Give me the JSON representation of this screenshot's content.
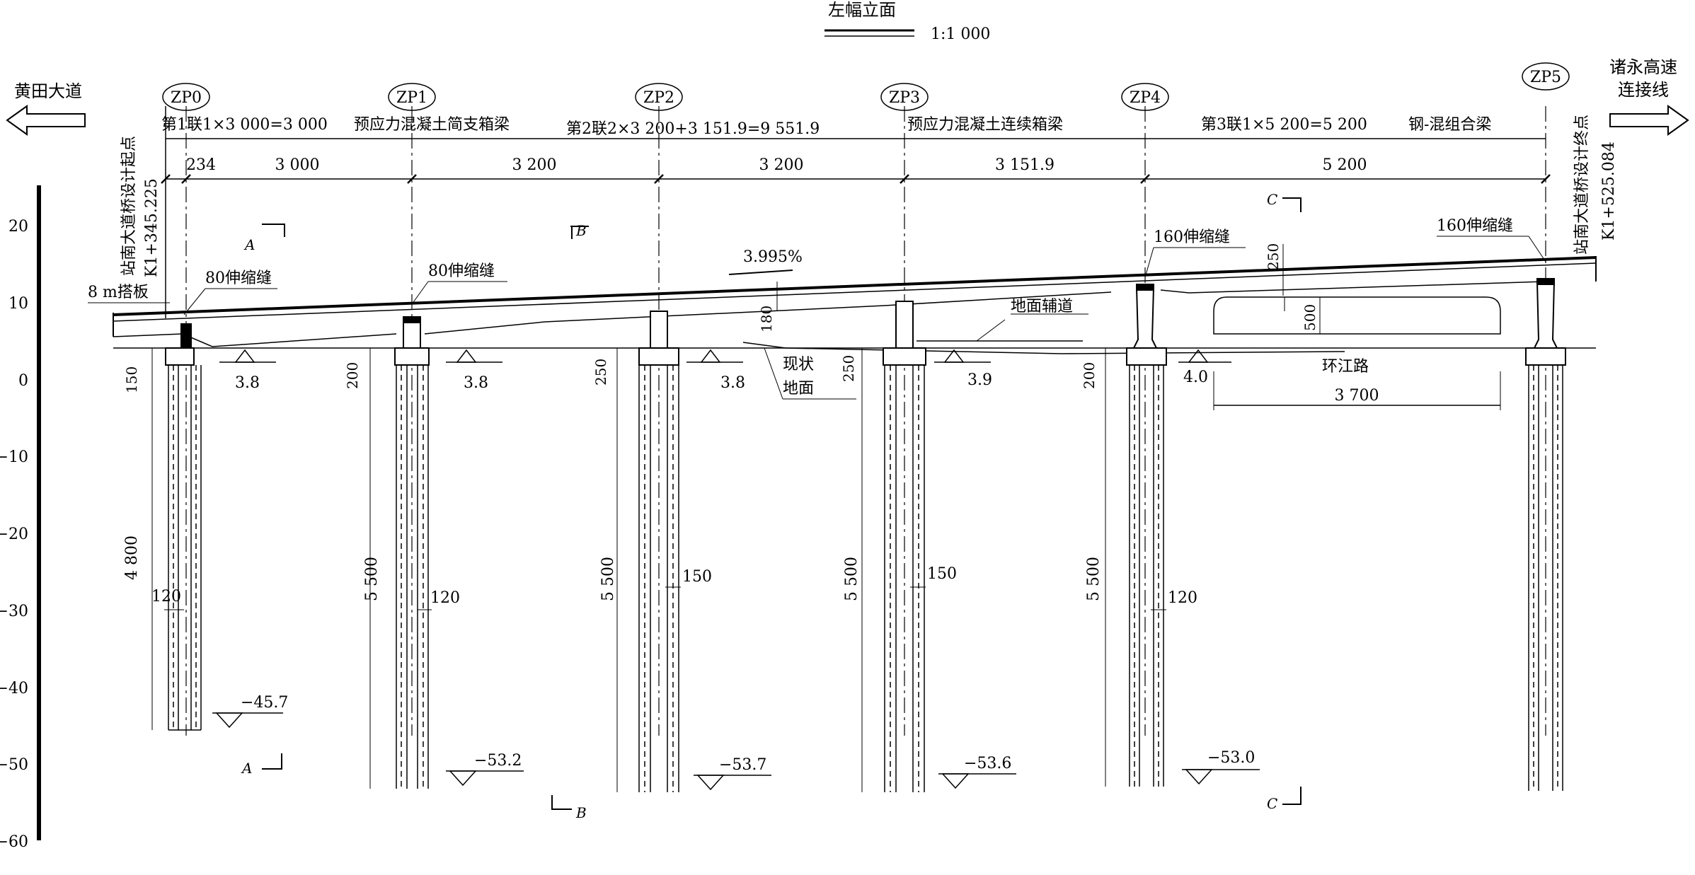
{
  "title": "左幅立面",
  "scale": "1:1 000",
  "left_direction": "黄田大道",
  "right_direction": [
    "诸永高速",
    "连接线"
  ],
  "start_point": {
    "label": "站南大道桥设计起点",
    "station": "K1+345.225"
  },
  "end_point": {
    "label": "站南大道桥设计终点",
    "station": "K1+525.084"
  },
  "piers": [
    "ZP0",
    "ZP1",
    "ZP2",
    "ZP3",
    "ZP4",
    "ZP5"
  ],
  "spans_text": [
    "第1联1×3 000=3 000",
    "预应力混凝土简支箱梁",
    "第2联2×3 200+3 151.9=9 551.9",
    "预应力混凝土连续箱梁",
    "第3联1×5 200=5 200",
    "钢-混组合梁"
  ],
  "span_lengths": [
    "234",
    "3 000",
    "3 200",
    "3 200",
    "3 151.9",
    "5 200"
  ],
  "elev_ticks": [
    "20",
    "10",
    "0",
    "−10",
    "−20",
    "−30",
    "−40",
    "−50",
    "−60"
  ],
  "labels": {
    "slab": "8 m搭板",
    "joint80a": "80伸缩缝",
    "joint80b": "80伸缩缝",
    "joint160a": "160伸缩缝",
    "joint160b": "160伸缩缝",
    "slope": "3.995%",
    "ground_road": "地面辅道",
    "existing_ground": [
      "现状",
      "地面"
    ],
    "ring_road": "环江路",
    "clearance_width": "3 700",
    "girder_h180": "180",
    "girder_h250": "250",
    "clearance_h": "500"
  },
  "ground_elevs": [
    "3.8",
    "3.8",
    "3.8",
    "3.9",
    "4.0"
  ],
  "cap_heights": [
    "150",
    "200",
    "250",
    "250",
    "200"
  ],
  "pile_lengths": [
    "4 800",
    "5 500",
    "5 500",
    "5 500",
    "5 500"
  ],
  "pile_dias": [
    "120",
    "120",
    "150",
    "150",
    "120"
  ],
  "pile_tips": [
    "−45.7",
    "−53.2",
    "−53.7",
    "−53.6",
    "−53.0"
  ],
  "section_marks": [
    "A",
    "B",
    "C"
  ]
}
